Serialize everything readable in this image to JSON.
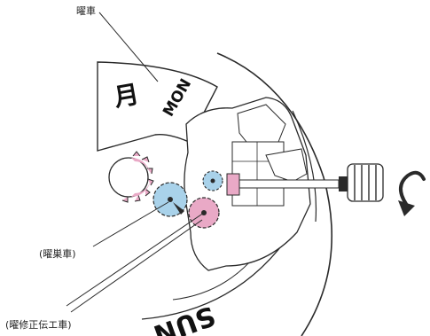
{
  "labels": {
    "day_wheel": "曜車",
    "day_driving_wheel": "(曜巣車)",
    "day_corrector_wheel": "(曜修正伝エ車)"
  },
  "dial": {
    "upper_kanji": "月",
    "upper_day": "MON",
    "lower_text": "SUN"
  },
  "colors": {
    "line": "#2a2a2a",
    "pink_gear": "#e9a9c6",
    "blue_gear": "#a9d2ea",
    "background": "#ffffff"
  }
}
